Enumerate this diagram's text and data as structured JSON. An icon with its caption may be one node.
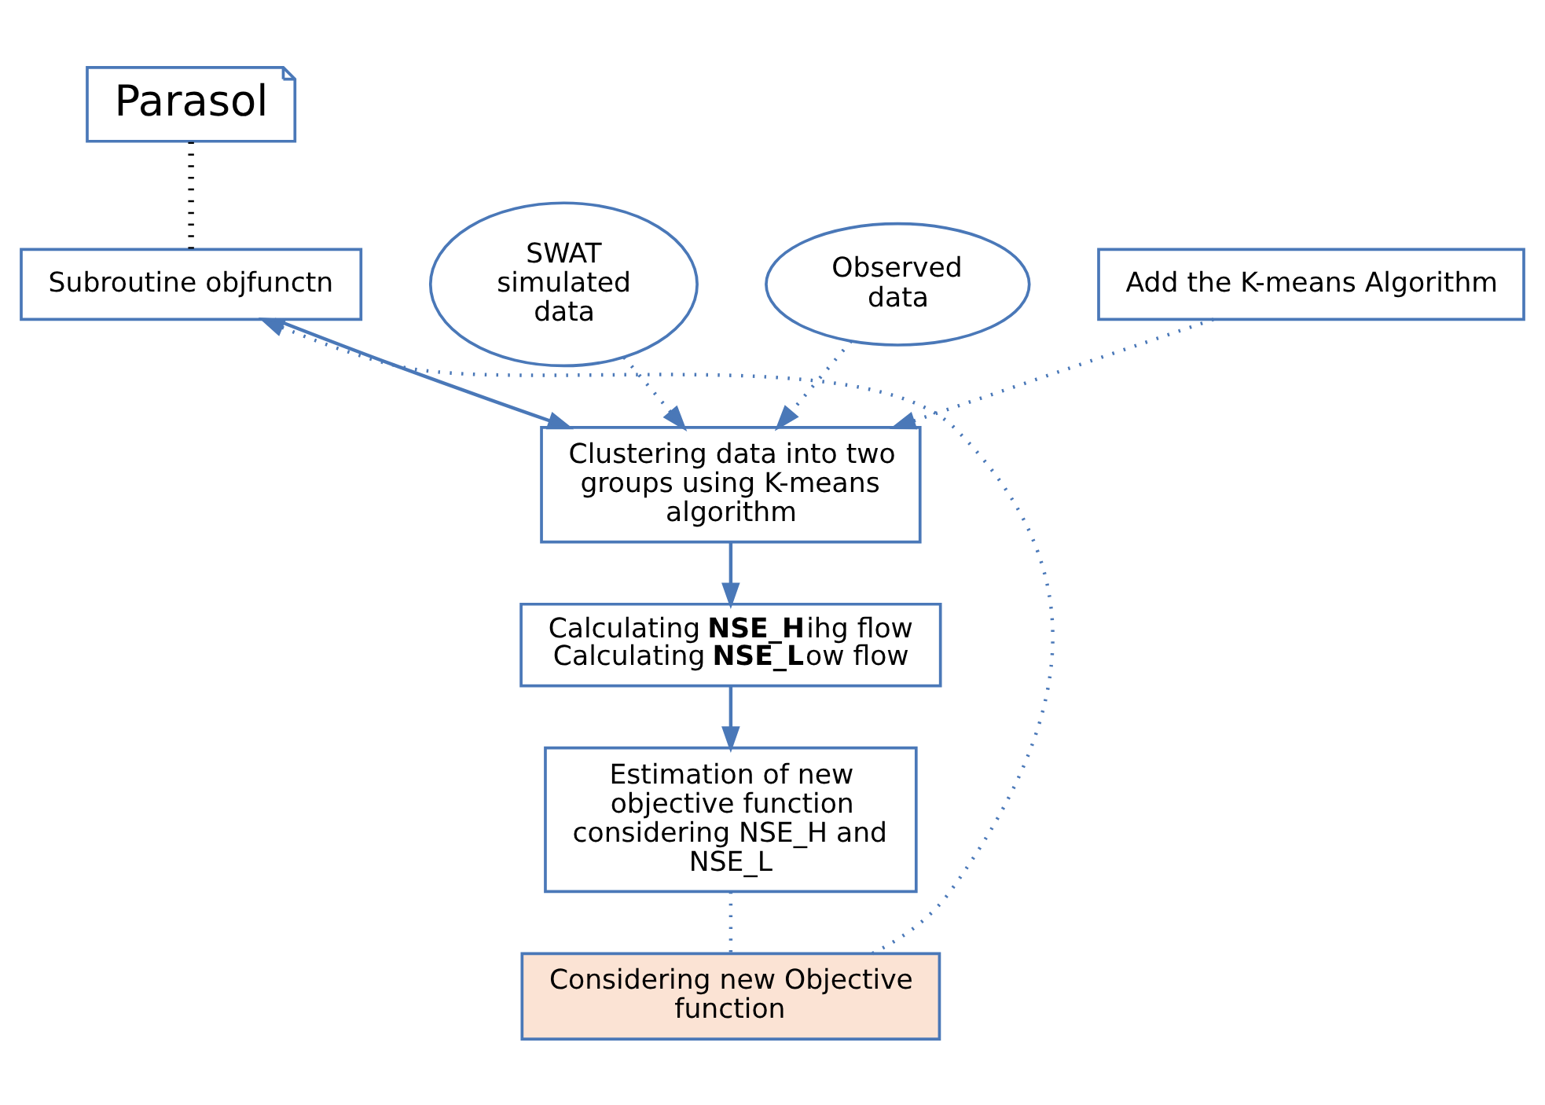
{
  "diagram": {
    "nodes": [
      {
        "text": [
          "Parasol"
        ]
      },
      {
        "text": [
          "Subroutine objfunctn"
        ]
      },
      {
        "text": [
          "SWAT simulated data"
        ]
      },
      {
        "text": [
          "Observed data"
        ]
      },
      {
        "text": [
          "Add the K-means Algorithm"
        ]
      },
      {
        "text": [
          "Clustering data into two groups using K-means algorithm"
        ]
      },
      {
        "text": [
          "Calculating **NSE_H**ihg flow",
          "Calculating **NSE_L**ow flow"
        ]
      },
      {
        "text": [
          "Estimation of new objective function considering NSE_H and NSE_L"
        ]
      },
      {
        "text": [
          "Considering new Objective function"
        ]
      }
    ],
    "edges": [
      {
        "from": 0,
        "to": 1,
        "arrow": "none",
        "style": "dashed",
        "color": "#000000"
      },
      {
        "from": 1,
        "to": 5,
        "arrow": "to"
      },
      {
        "from": 2,
        "to": 5,
        "arrow": "to",
        "style": "dashed"
      },
      {
        "from": 3,
        "to": 5,
        "arrow": "to",
        "style": "dashed"
      },
      {
        "from": 4,
        "to": 5,
        "arrow": "to",
        "style": "dashed"
      },
      {
        "from": 5,
        "to": 6,
        "arrow": "to"
      },
      {
        "from": 6,
        "to": 7,
        "arrow": "to"
      },
      {
        "from": 7,
        "to": 8,
        "arrow": "none",
        "style": "dashed"
      },
      {
        "from": 8,
        "to": 1,
        "arrow": "to",
        "style": "dashed"
      }
    ]
  }
}
